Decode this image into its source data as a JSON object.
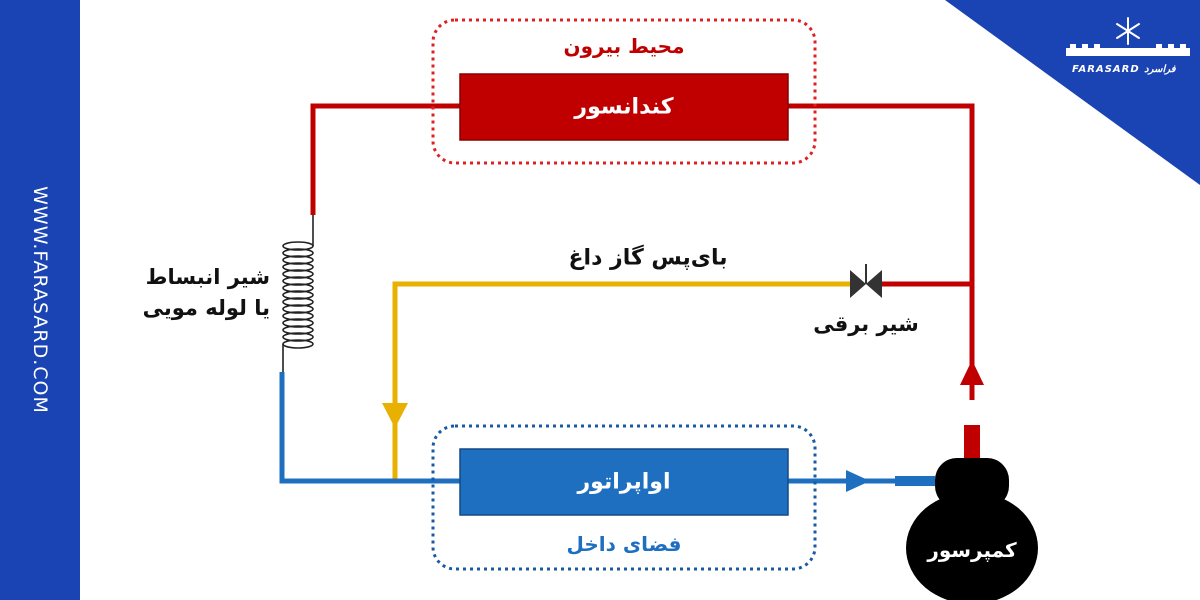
{
  "brand": {
    "website": "WWW.FARASARD.COM",
    "logo_text": "FARASARD فراسرد",
    "colors": {
      "blue": "#1a44b3",
      "red": "#c00000",
      "pipe_blue": "#1f6fc0",
      "yellow": "#e8b000"
    }
  },
  "labels": {
    "outside_env": "محیط بیرون",
    "condenser": "کندانسور",
    "expansion_valve_line1": "شیر انبساط",
    "expansion_valve_line2": "یا لوله مویی",
    "hot_gas_bypass": "بای‌پس گاز داغ",
    "solenoid_valve": "شیر برقی",
    "evaporator": "اواپراتور",
    "indoor_space": "فضای داخل",
    "compressor": "کمپرسور"
  }
}
